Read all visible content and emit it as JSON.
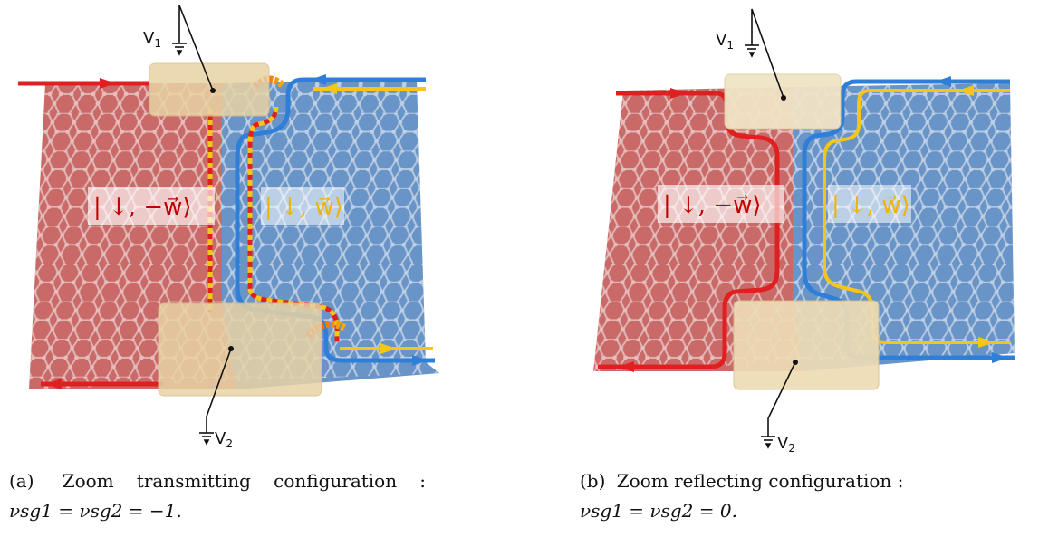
{
  "panels": [
    {
      "id": "a",
      "gate_top_label": "V",
      "gate_top_sub": "1",
      "gate_bottom_label": "V",
      "gate_bottom_sub": "2",
      "state_left": "| ↓, −w⃗⟩",
      "state_right": "| ↓, w⃗⟩",
      "caption_tag": "(a)",
      "caption_text": "Zoom transmitting configuration :",
      "caption_math": "νsg1 = νsg2 = −1."
    },
    {
      "id": "b",
      "gate_top_label": "V",
      "gate_top_sub": "1",
      "gate_bottom_label": "V",
      "gate_bottom_sub": "2",
      "state_left": "| ↓, −w⃗⟩",
      "state_right": "| ↓, w⃗⟩",
      "caption_tag": "(b)",
      "caption_text": "Zoom reflecting configuration :",
      "caption_math": "νsg1 = νsg2 = 0."
    }
  ],
  "colors": {
    "red_region": "#c0504d",
    "blue_region": "#4f81bd",
    "red_edge": "#e02020",
    "blue_edge": "#2f7fd9",
    "yellow_edge": "#f5c518",
    "gate": "#e8d3a5",
    "state_left_text": "#c00000",
    "state_right_text": "#f0b400"
  }
}
